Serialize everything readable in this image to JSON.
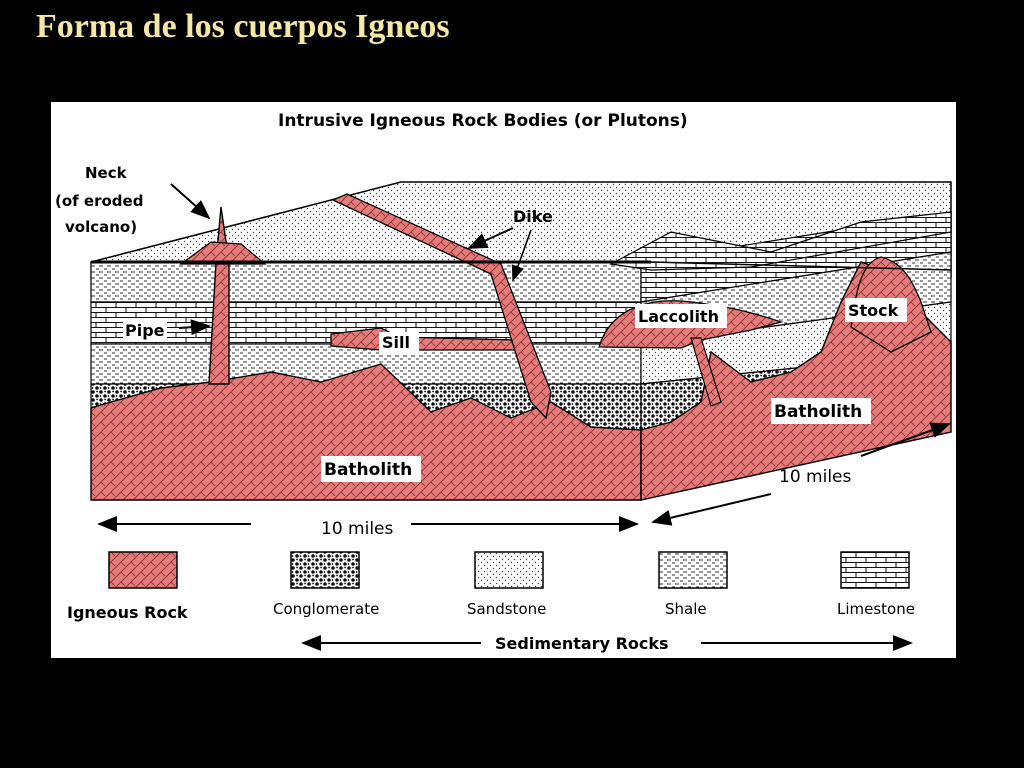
{
  "slide": {
    "title": "Forma de los cuerpos Igneos"
  },
  "diagram": {
    "title": "Intrusive Igneous Rock Bodies (or Plutons)",
    "labels": {
      "neck": [
        "Neck",
        "(of eroded",
        "volcano)"
      ],
      "dike": "Dike",
      "pipe": "Pipe",
      "sill": "Sill",
      "laccolith": "Laccolith",
      "stock": "Stock",
      "batholith_front": "Batholith",
      "batholith_side": "Batholith",
      "scale_front": "10 miles",
      "scale_side": "10 miles"
    },
    "legend": {
      "items": [
        {
          "label": "Igneous Rock",
          "pattern": "igneous"
        },
        {
          "label": "Conglomerate",
          "pattern": "conglomerate"
        },
        {
          "label": "Sandstone",
          "pattern": "sandstone"
        },
        {
          "label": "Shale",
          "pattern": "shale"
        },
        {
          "label": "Limestone",
          "pattern": "limestone"
        }
      ],
      "group_label": "Sedimentary Rocks"
    },
    "colors": {
      "igneous": "#e47c7c",
      "background": "#ffffff",
      "slide_background": "#000000",
      "title_color": "#f5e8a6"
    }
  }
}
